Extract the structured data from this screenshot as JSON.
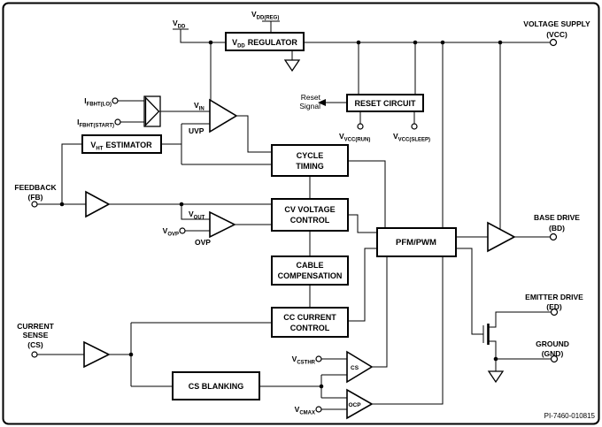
{
  "blocks": {
    "vdd_regulator": {
      "pre": "V",
      "sub": "DD",
      "post": "REGULATOR"
    },
    "reset_circuit": "RESET CIRCUIT",
    "vht_estimator": {
      "pre": "V",
      "sub": "HT",
      "post": "ESTIMATOR"
    },
    "cycle_timing": {
      "line1": "CYCLE",
      "line2": "TIMING"
    },
    "cv_voltage_control": {
      "line1": "CV VOLTAGE",
      "line2": "CONTROL"
    },
    "cable_compensation": {
      "line1": "CABLE",
      "line2": "COMPENSATION"
    },
    "cc_current_control": {
      "line1": "CC CURRENT",
      "line2": "CONTROL"
    },
    "cs_blanking": "CS BLANKING",
    "pfm_pwm": "PFM/PWM"
  },
  "terminals": {
    "voltage_supply": {
      "line1": "VOLTAGE SUPPLY",
      "line2": "(VCC)"
    },
    "base_drive": {
      "line1": "BASE DRIVE",
      "line2": "(BD)"
    },
    "emitter_drive": {
      "line1": "EMITTER DRIVE",
      "line2": "(ED)"
    },
    "ground": {
      "line1": "GROUND",
      "line2": "(GND)"
    },
    "feedback": {
      "line1": "FEEDBACK",
      "line2": "(FB)"
    },
    "current_sense": {
      "line1": "CURRENT",
      "line2": "SENSE",
      "line3": "(CS)"
    }
  },
  "signals": {
    "vdd": {
      "pre": "V",
      "sub": "DD"
    },
    "vdd_reg": {
      "pre": "V",
      "sub": "DD(REG)"
    },
    "ifbht_lo": {
      "pre": "I",
      "sub": "FBHT(LO)"
    },
    "ifbht_start": {
      "pre": "I",
      "sub": "FBHT(START)"
    },
    "vin": {
      "pre": "V",
      "sub": "IN"
    },
    "vout": {
      "pre": "V",
      "sub": "OUT"
    },
    "vovp": {
      "pre": "V",
      "sub": "OVP"
    },
    "vcc_run": {
      "pre": "V",
      "sub": "VCC(RUN)"
    },
    "vcc_sleep": {
      "pre": "V",
      "sub": "VCC(SLEEP)"
    },
    "vcsthr": {
      "pre": "V",
      "sub": "CSTHR"
    },
    "vcmax": {
      "pre": "V",
      "sub": "CMAX"
    },
    "uvp": "UVP",
    "ovp": "OVP",
    "cs_comparator": "CS",
    "ocp_comparator": "OCP",
    "reset_line1": "Reset",
    "reset_line2": "Signal"
  },
  "footer": {
    "part_number": "PI-7460-010815"
  },
  "colors": {
    "line": "#000000",
    "background": "#ffffff"
  }
}
